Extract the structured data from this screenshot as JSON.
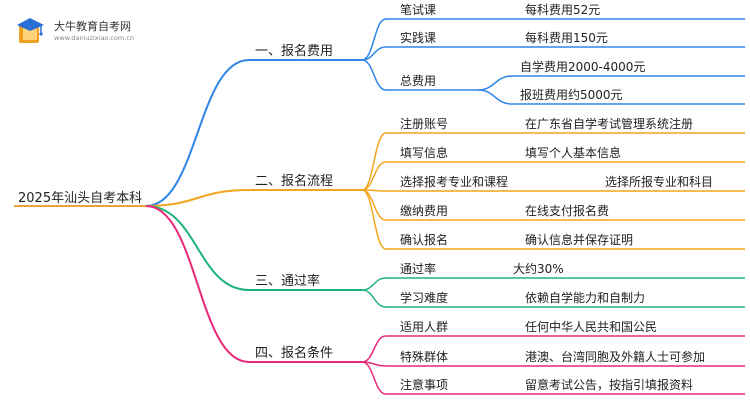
{
  "watermark": {
    "name": "大牛教育自考网",
    "url": "www.daniuzixiao.com.cn",
    "icon": "graduation-cap-book-logo",
    "colors": {
      "orange": "#f0a020",
      "blue": "#2a6fd6"
    }
  },
  "root": {
    "label": "2025年汕头自考本科"
  },
  "branches": [
    {
      "label": "一、报名费用",
      "color": "#2f86e8",
      "children": [
        {
          "label": "笔试课",
          "detail": "每科费用52元"
        },
        {
          "label": "实践课",
          "detail": "每科费用150元"
        },
        {
          "label": "总费用",
          "children": [
            {
              "label": "自学费用2000-4000元"
            },
            {
              "label": "报班费用约5000元"
            }
          ]
        }
      ]
    },
    {
      "label": "二、报名流程",
      "color": "#f2a51e",
      "children": [
        {
          "label": "注册账号",
          "detail": "在广东省自学考试管理系统注册"
        },
        {
          "label": "填写信息",
          "detail": "填写个人基本信息"
        },
        {
          "label": "选择报考专业和课程",
          "detail": "选择所报专业和科目"
        },
        {
          "label": "缴纳费用",
          "detail": "在线支付报名费"
        },
        {
          "label": "确认报名",
          "detail": "确认信息并保存证明"
        }
      ]
    },
    {
      "label": "三、通过率",
      "color": "#1fb37a",
      "children": [
        {
          "label": "通过率",
          "detail": "大约30%"
        },
        {
          "label": "学习难度",
          "detail": "依赖自学能力和自制力"
        }
      ]
    },
    {
      "label": "四、报名条件",
      "color": "#e8297a",
      "children": [
        {
          "label": "适用人群",
          "detail": "任何中华人民共和国公民"
        },
        {
          "label": "特殊群体",
          "detail": "港澳、台湾同胞及外籍人士可参加"
        },
        {
          "label": "注意事项",
          "detail": "留意考试公告，按指引填报资料"
        }
      ]
    }
  ]
}
